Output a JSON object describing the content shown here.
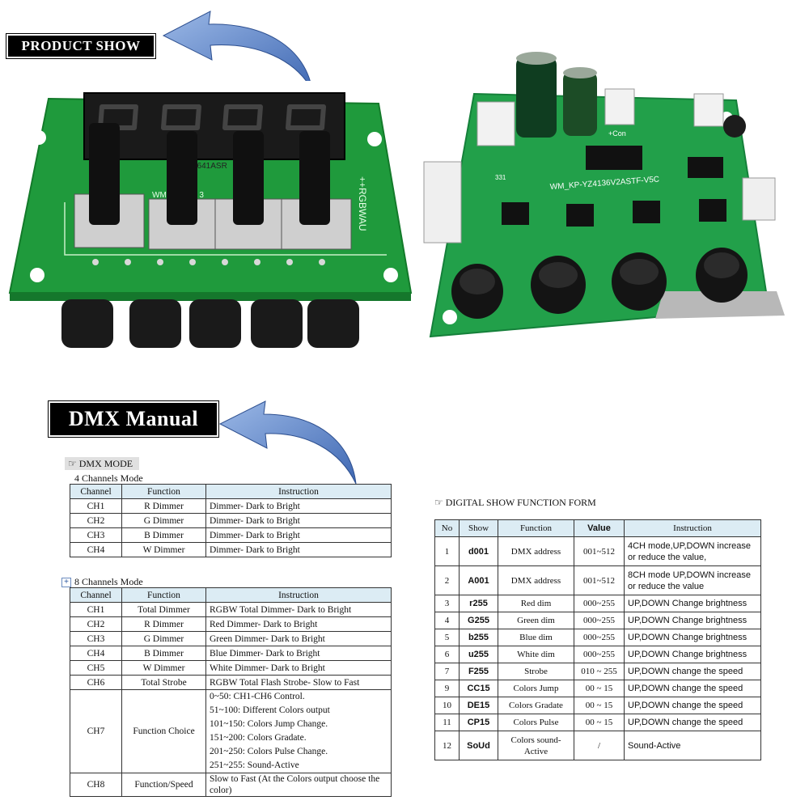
{
  "labels": {
    "product_show": "PRODUCT SHOW",
    "dmx_manual": "DMX Manual"
  },
  "board_left": {
    "display_marking": "5641ASR",
    "silk_model": "WM_  16V2A  3",
    "silk_keys": "++RGBWAU"
  },
  "board_right": {
    "silk_model": "WM_KP-YZ4136V2ASTF-V5C",
    "silk_conn": "+Con",
    "silk_r": "331"
  },
  "dmx_mode": {
    "heading": "☞ DMX MODE",
    "ch4": {
      "title": "4 Channels   Mode",
      "headers": [
        "Channel",
        "Function",
        "Instruction"
      ],
      "rows": [
        [
          "CH1",
          "R Dimmer",
          "Dimmer- Dark to Bright"
        ],
        [
          "CH2",
          "G Dimmer",
          "Dimmer- Dark to Bright"
        ],
        [
          "CH3",
          "B Dimmer",
          "Dimmer- Dark to Bright"
        ],
        [
          "CH4",
          "W Dimmer",
          "Dimmer- Dark to Bright"
        ]
      ]
    },
    "ch8": {
      "title": "8 Channels   Mode",
      "headers": [
        "Channel",
        "Function",
        "Instruction"
      ],
      "rows": [
        [
          "CH1",
          "Total Dimmer",
          "RGBW Total Dimmer- Dark to Bright"
        ],
        [
          "CH2",
          "R Dimmer",
          "Red Dimmer- Dark to Bright"
        ],
        [
          "CH3",
          "G Dimmer",
          "Green Dimmer- Dark to Bright"
        ],
        [
          "CH4",
          "B Dimmer",
          "Blue Dimmer- Dark to Bright"
        ],
        [
          "CH5",
          "W Dimmer",
          "White Dimmer- Dark to Bright"
        ],
        [
          "CH6",
          "Total Strobe",
          "RGBW Total Flash Strobe- Slow to Fast"
        ]
      ],
      "ch7": {
        "channel": "CH7",
        "function": "Function Choice",
        "lines": [
          "0~50: CH1-CH6 Control.",
          "51~100: Different Colors output",
          "101~150: Colors Jump Change.",
          "151~200: Colors Gradate.",
          "201~250: Colors Pulse Change.",
          "251~255: Sound-Active"
        ]
      },
      "ch8row": [
        "CH8",
        "Function/Speed",
        "Slow to Fast (At the Colors output choose the color)"
      ]
    }
  },
  "digital_show": {
    "heading": "☞ DIGITAL SHOW FUNCTION FORM",
    "headers": [
      "No",
      "Show",
      "Function",
      "Value",
      "Instruction"
    ],
    "rows": [
      [
        "1",
        "d001",
        "DMX address",
        "001~512",
        "4CH mode,UP,DOWN increase or reduce the value,"
      ],
      [
        "2",
        "A001",
        "DMX address",
        "001~512",
        "8CH mode UP,DOWN increase or reduce the value"
      ],
      [
        "3",
        "r255",
        "Red dim",
        "000~255",
        "UP,DOWN Change brightness"
      ],
      [
        "4",
        "G255",
        "Green dim",
        "000~255",
        "UP,DOWN Change brightness"
      ],
      [
        "5",
        "b255",
        "Blue   dim",
        "000~255",
        "UP,DOWN Change brightness"
      ],
      [
        "6",
        "u255",
        "White dim",
        "000~255",
        "UP,DOWN Change brightness"
      ],
      [
        "7",
        "F255",
        "Strobe",
        "010 ~ 255",
        "UP,DOWN change the speed"
      ],
      [
        "9",
        "CC15",
        "Colors Jump",
        "00 ~ 15",
        "UP,DOWN change the speed"
      ],
      [
        "10",
        "DE15",
        "Colors Gradate",
        "00 ~ 15",
        "UP,DOWN change the speed"
      ],
      [
        "11",
        "CP15",
        "Colors Pulse",
        "00 ~ 15",
        "UP,DOWN change the speed"
      ],
      [
        "12",
        "SoUd",
        "Colors sound-Active",
        "/",
        "Sound-Active"
      ]
    ]
  },
  "colors": {
    "pcb_green": "#1f9a3c",
    "arrow_blue": "#4a78c0",
    "header_blue": "#dcecf4"
  }
}
